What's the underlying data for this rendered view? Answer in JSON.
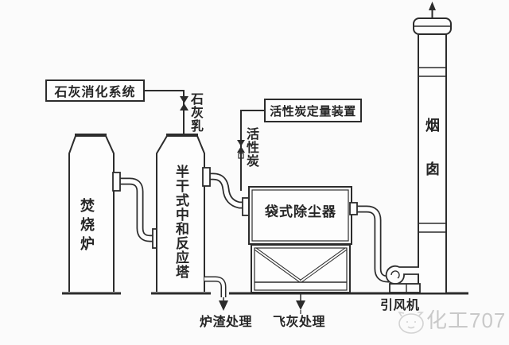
{
  "diagram": {
    "boxes": {
      "lime_system": "石灰消化系统",
      "carbon_doser": "活性炭定量装置"
    },
    "equipment": {
      "incinerator": "焚烧炉",
      "reaction_tower": "半干式中和反应塔",
      "bag_filter": "袋式除尘器",
      "fan": "引风机",
      "chimney": "烟囱"
    },
    "streams": {
      "lime_milk": "石灰乳",
      "activated_carbon": "活性炭",
      "slag_treatment": "炉渣处理",
      "fly_ash_treatment": "飞灰处理"
    },
    "watermark": "化工707",
    "colors": {
      "line": "#2c2c2c",
      "background": "#fbfbfb",
      "watermark": "#c9c9c9"
    }
  }
}
